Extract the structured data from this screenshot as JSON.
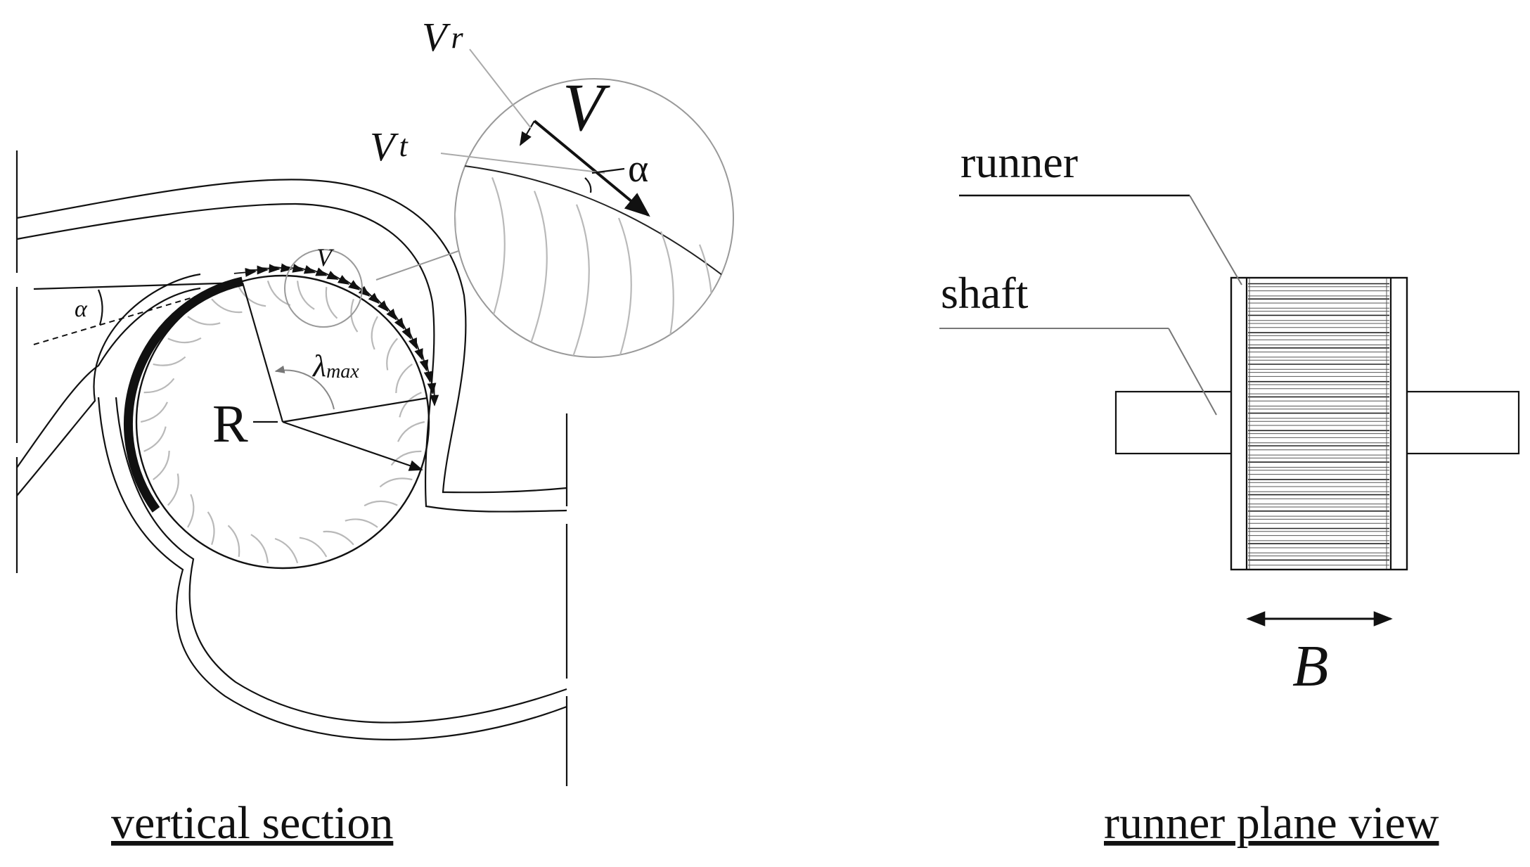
{
  "vertical_section": {
    "caption": "vertical section",
    "labels": {
      "alpha_left": "α",
      "R": "R",
      "lambda": "λ",
      "lambda_sub": "max",
      "V_small": "V"
    },
    "zoom": {
      "Vr": "V",
      "Vr_sub": "r",
      "Vt": "V",
      "Vt_sub": "t",
      "V": "V",
      "alpha": "α"
    }
  },
  "plane_view": {
    "caption": "runner plane view",
    "runner_label": "runner",
    "shaft_label": "shaft",
    "width_label": "B"
  }
}
